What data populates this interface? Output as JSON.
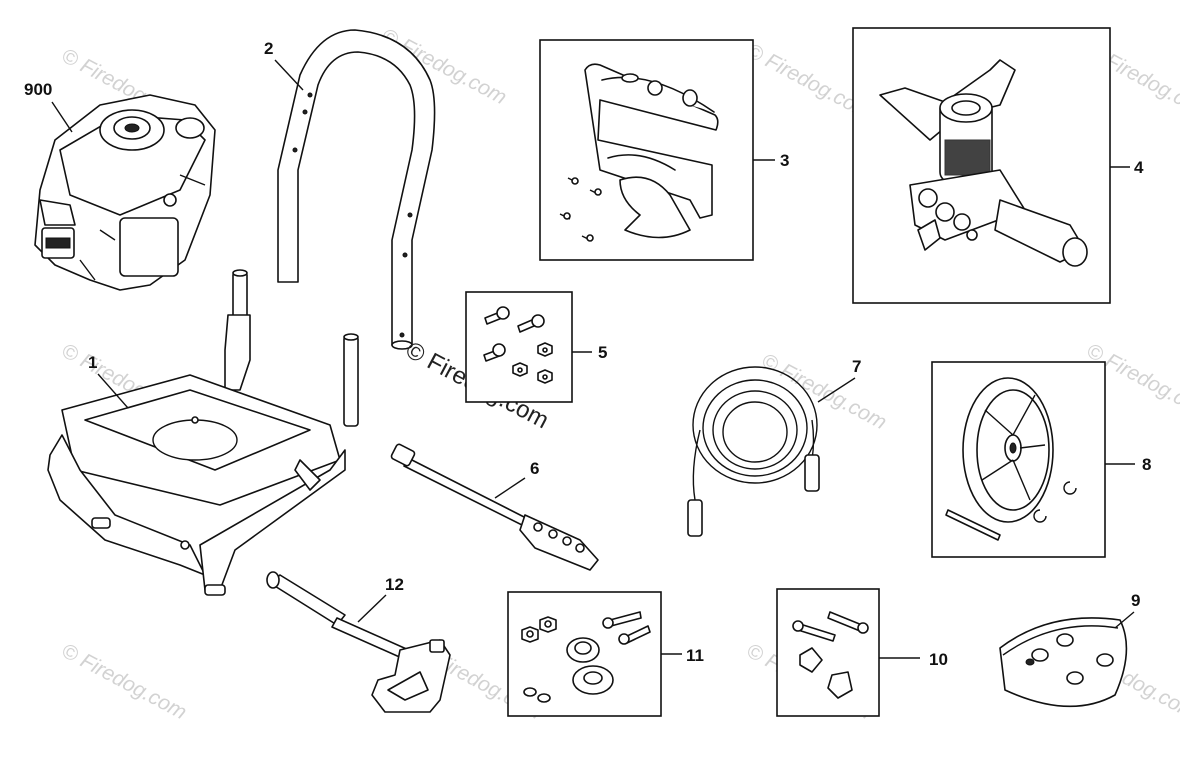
{
  "diagram": {
    "callouts": {
      "c900": "900",
      "c1": "1",
      "c2": "2",
      "c3": "3",
      "c4": "4",
      "c5": "5",
      "c6": "6",
      "c7": "7",
      "c8": "8",
      "c9": "9",
      "c10": "10",
      "c11": "11",
      "c12": "12"
    },
    "watermark": {
      "main": "© Firedog.com",
      "faint": "© Firedog.com"
    }
  }
}
